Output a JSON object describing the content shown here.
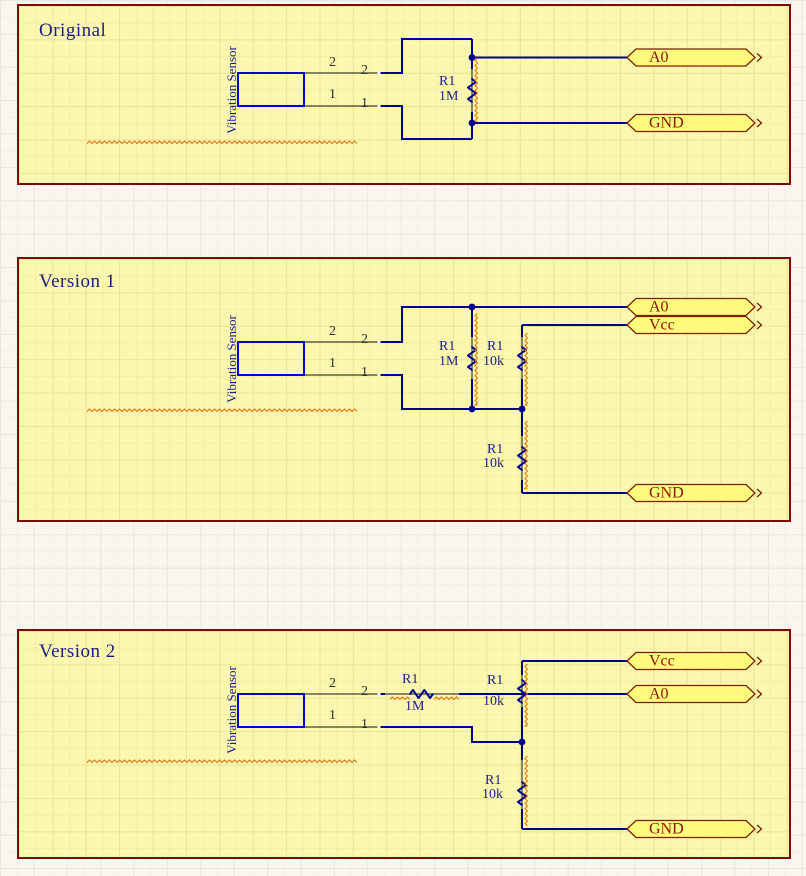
{
  "panels": [
    {
      "title": "Original",
      "sensor": {
        "label": "Vibration Sensor",
        "pin_top": "2",
        "pin_bottom": "1",
        "pin_top_outer": "2",
        "pin_bottom_outer": "1"
      },
      "resistors": [
        {
          "designator": "R1",
          "value": "1M"
        }
      ],
      "ports": [
        {
          "label": "A0"
        },
        {
          "label": "GND"
        }
      ]
    },
    {
      "title": "Version 1",
      "sensor": {
        "label": "Vibration Sensor",
        "pin_top": "2",
        "pin_bottom": "1",
        "pin_top_outer": "2",
        "pin_bottom_outer": "1"
      },
      "resistors": [
        {
          "designator": "R1",
          "value": "1M"
        },
        {
          "designator": "R1",
          "value": "10k"
        },
        {
          "designator": "R1",
          "value": "10k"
        }
      ],
      "ports": [
        {
          "label": "A0"
        },
        {
          "label": "Vcc"
        },
        {
          "label": "GND"
        }
      ]
    },
    {
      "title": "Version 2",
      "sensor": {
        "label": "Vibration Sensor",
        "pin_top": "2",
        "pin_bottom": "1",
        "pin_top_outer": "2",
        "pin_bottom_outer": "1"
      },
      "resistors": [
        {
          "designator": "R1",
          "value": "1M"
        },
        {
          "designator": "R1",
          "value": "10k"
        },
        {
          "designator": "R1",
          "value": "10k"
        }
      ],
      "ports": [
        {
          "label": "Vcc"
        },
        {
          "label": "A0"
        },
        {
          "label": "GND"
        }
      ]
    }
  ],
  "colors": {
    "wire": "#000090",
    "component_outline": "#0000dd",
    "sheet_fill": "#fbf7ae",
    "sheet_border": "#7a0b0b",
    "port_fill": "#fffb7d",
    "port_border": "#7a2000",
    "port_text": "#8b1500",
    "error_squiggle": "#e0720e",
    "label_navy": "#1c1c8e"
  }
}
